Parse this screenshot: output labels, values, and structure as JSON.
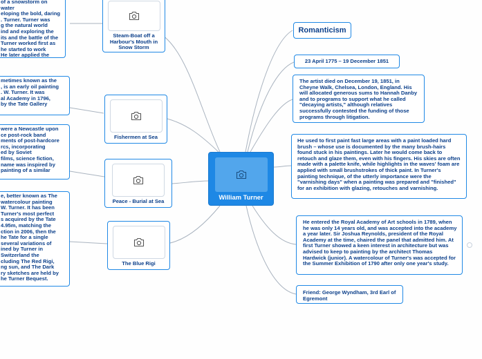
{
  "central": {
    "title": "William Turner",
    "icon": "camera-icon"
  },
  "left_nodes": [
    {
      "caption": "Steam-Boat off a Harbour's Mouth in Snow Storm",
      "note": "of a snowstorm on water\neloping the bold, daring\n. Turner. Turner was\ng the natural world\nind and exploring the\nits and the battle of the\n Turner worked first as\nhe started to work\n He later applied the\nd in watercolour onto"
    },
    {
      "caption": "Fishermen at Sea",
      "note": "metimes known as the\n, is an early oil painting\n. W. Turner. It was\nal Academy in 1796,\n by the Tate Gallery"
    },
    {
      "caption": "Peace - Burial at Sea",
      "note": "were a Newcastle upon\nce post-rock band\nments of post-hardcore\nrcs, incorporating\ned by Soviet\nfilms, science fiction,\n name was inspired by\npainting of a similar"
    },
    {
      "caption": "The Blue Rigi",
      "note": "e, better known as The\n watercolour painting\n W. Turner. It has been\n Turner's most perfect\ns acquired by the Tate\n4.95m, matching the\nction in 2006, then the\nhe Tate for a single\nseveral variations of\nined by Turner in\n Switzerland the\ncluding The Red Rigi,\nng sun, and The Dark\nry sketches are held by\nhe Turner Bequest."
    }
  ],
  "right_nodes": {
    "topic": "Romanticism",
    "dates": "23 April 1775 – 19 December 1851",
    "death": "The artist died on December 19, 1851, in Cheyne Walk, Chelsea, London, England. His will allocated generous sums to Hannah Danby and to programs to support what he called \"decaying artists,\" although relatives successfully contested the funding of those programs through litigation.",
    "technique": "He used to first paint fast large areas with a paint loaded hard brush – whose use is documented by the many brush-hairs found stuck in his paintings.  Later he would come back to retouch and glaze them, even with his fingers. His skies are often made with a palette knife, while highlights in the waves' foam are applied with small brushstrokes of thick paint. In Turner's painting technique, of the utterly importance were the \"varnishing days\" when a painting was prepared and \"finished\" for an exhibition with glazing, retouches and varnishing.",
    "academy": "He entered the Royal Academy of Art schools in 1789, when he was only 14 years old, and was accepted into the academy a year later. Sir Joshua Reynolds, president of the Royal Academy at the time, chaired the panel that admitted him. At first Turner showed a keen interest in architecture but was advised to keep to painting by the architect Thomas Hardwick (junior). A watercolour of Turner's was accepted for the Summer Exhibition of 1790 after only one year's study.",
    "friend": "Friend: George Wyndham, 3rd Earl of Egremont"
  },
  "colors": {
    "accent": "#1e88e5",
    "text": "#0b3f8a",
    "link": "#a9b3bf"
  }
}
